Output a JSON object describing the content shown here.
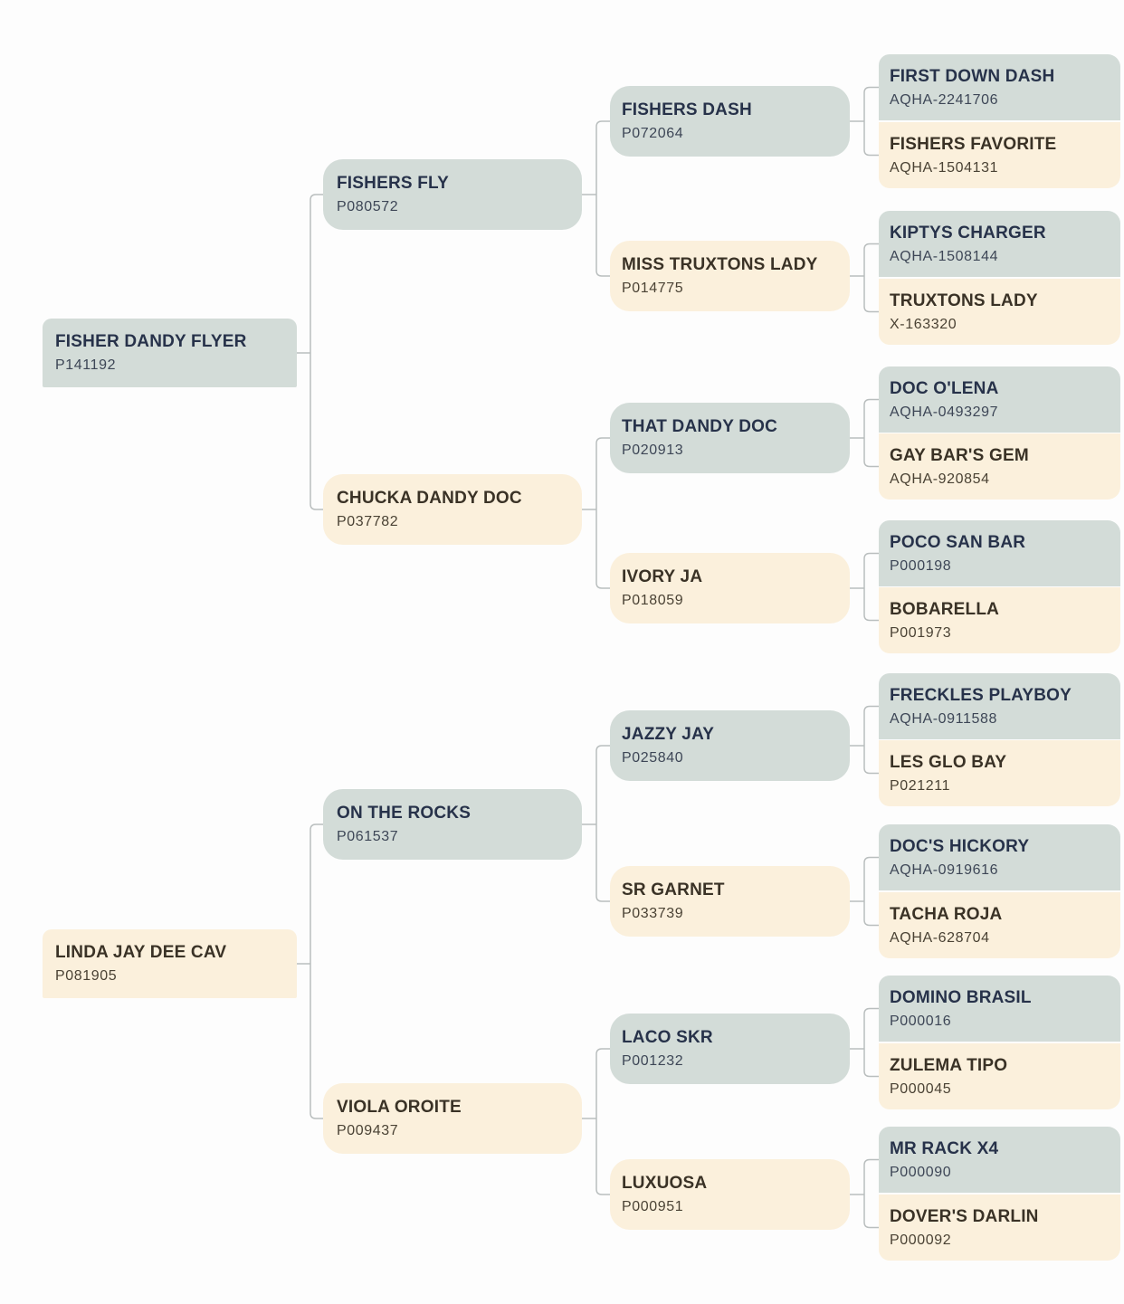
{
  "pedigree": {
    "gen1": [
      {
        "name": "FISHER DANDY FLYER",
        "reg": "P141192",
        "sex": "sire"
      },
      {
        "name": "LINDA JAY DEE CAV",
        "reg": "P081905",
        "sex": "dam"
      }
    ],
    "gen2": [
      {
        "name": "FISHERS FLY",
        "reg": "P080572",
        "sex": "sire"
      },
      {
        "name": "CHUCKA DANDY DOC",
        "reg": "P037782",
        "sex": "dam"
      },
      {
        "name": "ON THE ROCKS",
        "reg": "P061537",
        "sex": "sire"
      },
      {
        "name": "VIOLA OROITE",
        "reg": "P009437",
        "sex": "dam"
      }
    ],
    "gen3": [
      {
        "name": "FISHERS DASH",
        "reg": "P072064",
        "sex": "sire"
      },
      {
        "name": "MISS TRUXTONS LADY",
        "reg": "P014775",
        "sex": "dam"
      },
      {
        "name": "THAT DANDY DOC",
        "reg": "P020913",
        "sex": "sire"
      },
      {
        "name": "IVORY JA",
        "reg": "P018059",
        "sex": "dam"
      },
      {
        "name": "JAZZY JAY",
        "reg": "P025840",
        "sex": "sire"
      },
      {
        "name": "SR GARNET",
        "reg": "P033739",
        "sex": "dam"
      },
      {
        "name": "LACO SKR",
        "reg": "P001232",
        "sex": "sire"
      },
      {
        "name": "LUXUOSA",
        "reg": "P000951",
        "sex": "dam"
      }
    ],
    "gen4": [
      {
        "name": "FIRST DOWN DASH",
        "reg": "AQHA-2241706",
        "sex": "sire"
      },
      {
        "name": "FISHERS FAVORITE",
        "reg": "AQHA-1504131",
        "sex": "dam"
      },
      {
        "name": "KIPTYS CHARGER",
        "reg": "AQHA-1508144",
        "sex": "sire"
      },
      {
        "name": "TRUXTONS LADY",
        "reg": "X-163320",
        "sex": "dam"
      },
      {
        "name": "DOC O'LENA",
        "reg": "AQHA-0493297",
        "sex": "sire"
      },
      {
        "name": "GAY BAR'S GEM",
        "reg": "AQHA-920854",
        "sex": "dam"
      },
      {
        "name": "POCO SAN BAR",
        "reg": "P000198",
        "sex": "sire"
      },
      {
        "name": "BOBARELLA",
        "reg": "P001973",
        "sex": "dam"
      },
      {
        "name": "FRECKLES PLAYBOY",
        "reg": "AQHA-0911588",
        "sex": "sire"
      },
      {
        "name": "LES GLO BAY",
        "reg": "P021211",
        "sex": "dam"
      },
      {
        "name": "DOC'S HICKORY",
        "reg": "AQHA-0919616",
        "sex": "sire"
      },
      {
        "name": "TACHA ROJA",
        "reg": "AQHA-628704",
        "sex": "dam"
      },
      {
        "name": "DOMINO BRASIL",
        "reg": "P000016",
        "sex": "sire"
      },
      {
        "name": "ZULEMA TIPO",
        "reg": "P000045",
        "sex": "dam"
      },
      {
        "name": "MR RACK X4",
        "reg": "P000090",
        "sex": "sire"
      },
      {
        "name": "DOVER'S DARLIN",
        "reg": "P000092",
        "sex": "dam"
      }
    ]
  },
  "colors": {
    "sire_bg": "#d3dcd8",
    "dam_bg": "#fbf0dc",
    "connector": "#b9bebe"
  }
}
